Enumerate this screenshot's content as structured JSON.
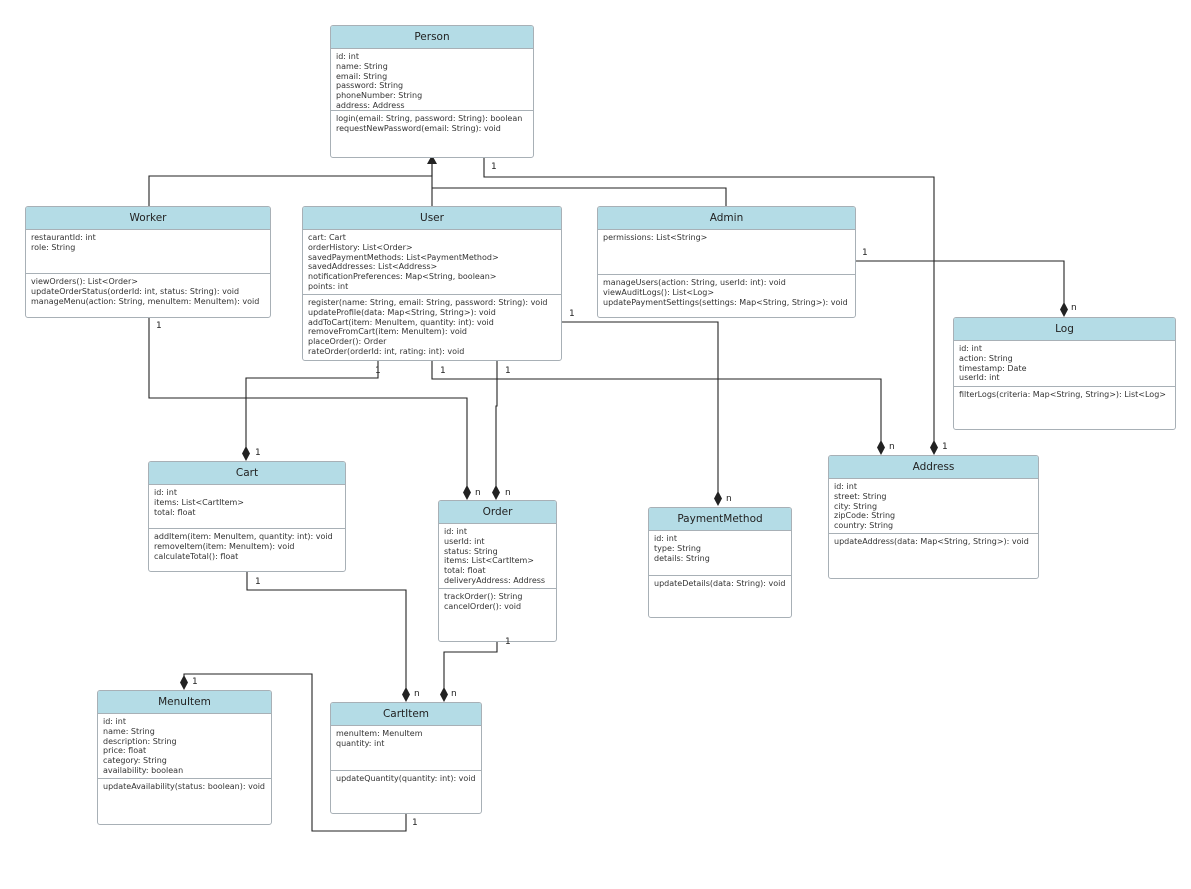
{
  "classes": {
    "person": {
      "name": "Person",
      "attributes": [
        "id: int",
        "name: String",
        "email: String",
        "password: String",
        "phoneNumber: String",
        "address: Address"
      ],
      "methods": [
        "login(email: String, password: String): boolean",
        "requestNewPassword(email: String): void"
      ]
    },
    "worker": {
      "name": "Worker",
      "attributes": [
        "restaurantId: int",
        "role: String"
      ],
      "methods": [
        "viewOrders(): List<Order>",
        "updateOrderStatus(orderId: int, status: String): void",
        "manageMenu(action: String, menuItem: MenuItem): void"
      ]
    },
    "user": {
      "name": "User",
      "attributes": [
        "cart: Cart",
        "orderHistory: List<Order>",
        "savedPaymentMethods: List<PaymentMethod>",
        "savedAddresses: List<Address>",
        "notificationPreferences: Map<String, boolean>",
        "points: int"
      ],
      "methods": [
        "register(name: String, email: String, password: String): void",
        "updateProfile(data: Map<String, String>): void",
        "addToCart(item: MenuItem, quantity: int): void",
        "removeFromCart(item: MenuItem): void",
        "placeOrder(): Order",
        "rateOrder(orderId: int, rating: int): void"
      ]
    },
    "admin": {
      "name": "Admin",
      "attributes": [
        "permissions: List<String>"
      ],
      "methods": [
        "manageUsers(action: String, userId: int): void",
        "viewAuditLogs(): List<Log>",
        "updatePaymentSettings(settings: Map<String, String>): void"
      ]
    },
    "log": {
      "name": "Log",
      "attributes": [
        "id: int",
        "action: String",
        "timestamp: Date",
        "userId: int"
      ],
      "methods": [
        "filterLogs(criteria: Map<String, String>): List<Log>"
      ]
    },
    "cart": {
      "name": "Cart",
      "attributes": [
        "id: int",
        "items: List<CartItem>",
        "total: float"
      ],
      "methods": [
        "addItem(item: MenuItem, quantity: int): void",
        "removeItem(item: MenuItem): void",
        "calculateTotal(): float"
      ]
    },
    "order": {
      "name": "Order",
      "attributes": [
        "id: int",
        "userId: int",
        "status: String",
        "items: List<CartItem>",
        "total: float",
        "deliveryAddress: Address"
      ],
      "methods": [
        "trackOrder(): String",
        "cancelOrder(): void"
      ]
    },
    "payment": {
      "name": "PaymentMethod",
      "attributes": [
        "id: int",
        "type: String",
        "details: String"
      ],
      "methods": [
        "updateDetails(data: String): void"
      ]
    },
    "address": {
      "name": "Address",
      "attributes": [
        "id: int",
        "street: String",
        "city: String",
        "zipCode: String",
        "country: String"
      ],
      "methods": [
        "updateAddress(data: Map<String, String>): void"
      ]
    },
    "menuitem": {
      "name": "MenuItem",
      "attributes": [
        "id: int",
        "name: String",
        "description: String",
        "price: float",
        "category: String",
        "availability: boolean"
      ],
      "methods": [
        "updateAvailability(status: boolean): void"
      ]
    },
    "cartitem": {
      "name": "CartItem",
      "attributes": [
        "menuItem: MenuItem",
        "quantity: int"
      ],
      "methods": [
        "updateQuantity(quantity: int): void"
      ]
    }
  },
  "multiplicities": {
    "person_address_source": "1",
    "admin_log_source": "1",
    "admin_log_target": "n",
    "worker_order_source": "1",
    "user_payment_source": "1",
    "user_cart_source": "1",
    "user_address_source": "1",
    "user_order_source": "1",
    "cart_target": "1",
    "order_from_worker_target": "n",
    "order_from_user_target": "n",
    "payment_target": "n",
    "address_from_user_target": "n",
    "address_from_person_target": "1",
    "cart_cartitem_source": "1",
    "cartitem_from_cart_target": "n",
    "order_cartitem_source": "1",
    "cartitem_from_order_target": "n",
    "menuitem_target": "1",
    "cartitem_menuitem_source": "1"
  },
  "colors": {
    "header": "#b4dce6",
    "border": "#a8b0b6",
    "line": "#222222"
  }
}
